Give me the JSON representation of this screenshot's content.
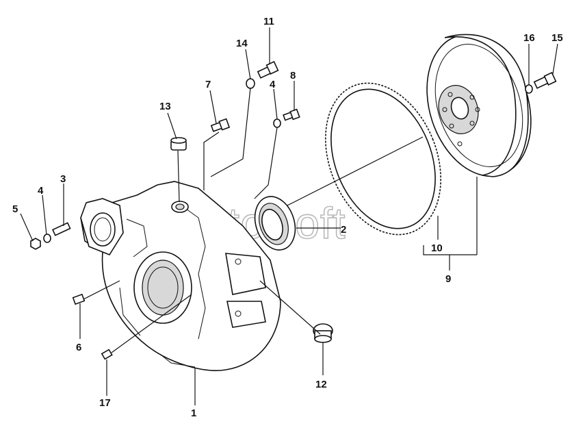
{
  "watermark": "AutoSoft",
  "callouts": [
    {
      "id": "c1",
      "label": "1"
    },
    {
      "id": "c2",
      "label": "2"
    },
    {
      "id": "c3",
      "label": "3"
    },
    {
      "id": "c4a",
      "label": "4"
    },
    {
      "id": "c4b",
      "label": "4"
    },
    {
      "id": "c5",
      "label": "5"
    },
    {
      "id": "c6",
      "label": "6"
    },
    {
      "id": "c7",
      "label": "7"
    },
    {
      "id": "c8",
      "label": "8"
    },
    {
      "id": "c9",
      "label": "9"
    },
    {
      "id": "c10",
      "label": "10"
    },
    {
      "id": "c11",
      "label": "11"
    },
    {
      "id": "c12",
      "label": "12"
    },
    {
      "id": "c13",
      "label": "13"
    },
    {
      "id": "c14",
      "label": "14"
    },
    {
      "id": "c15",
      "label": "15"
    },
    {
      "id": "c16",
      "label": "16"
    },
    {
      "id": "c17",
      "label": "17"
    }
  ]
}
